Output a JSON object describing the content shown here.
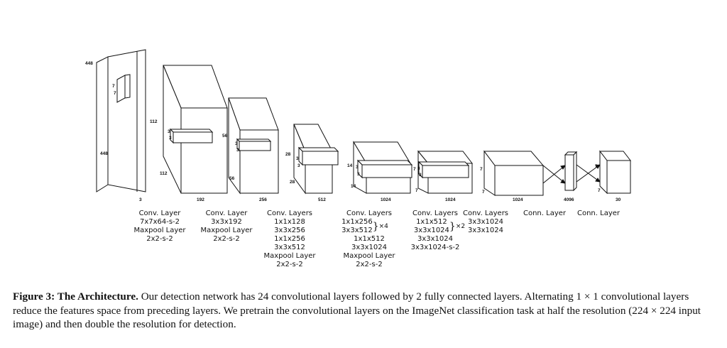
{
  "dims": {
    "l1_h": "448",
    "l1_w": "448",
    "l1_d": "3",
    "l1_k1": "7",
    "l1_k2": "7",
    "l2_h": "112",
    "l2_w": "112",
    "l2_d": "192",
    "l2_k1": "3",
    "l2_k2": "3",
    "l3_h": "56",
    "l3_w": "56",
    "l3_d": "256",
    "l3_k1": "3",
    "l3_k2": "3",
    "l4_h": "28",
    "l4_w": "28",
    "l4_d": "512",
    "l4_k1": "3",
    "l4_k2": "3",
    "l5_h": "14",
    "l5_w": "14",
    "l5_d": "1024",
    "l5_k1": "3",
    "l5_k2": "3",
    "l6_h": "7",
    "l6_w": "7",
    "l6_d": "1024",
    "l6_k1": "3",
    "l6_k2": "3",
    "l7_h": "7",
    "l7_w": "7",
    "l7_d": "1024",
    "l8_d": "4096",
    "l9_h": "7",
    "l9_w": "7",
    "l9_d": "30"
  },
  "columns": {
    "c1": {
      "title": "Conv. Layer",
      "lines": [
        "7x7x64-s-2",
        "Maxpool Layer",
        "2x2-s-2"
      ]
    },
    "c2": {
      "title": "Conv. Layer",
      "lines": [
        "3x3x192",
        "Maxpool Layer",
        "2x2-s-2"
      ]
    },
    "c3": {
      "title": "Conv. Layers",
      "lines": [
        "1x1x128",
        "3x3x256",
        "1x1x256",
        "3x3x512",
        "Maxpool Layer",
        "2x2-s-2"
      ]
    },
    "c4": {
      "title": "Conv. Layers",
      "group": [
        "1x1x256",
        "3x3x512"
      ],
      "repeat": "×4",
      "lines": [
        "1x1x512",
        "3x3x1024",
        "Maxpool Layer",
        "2x2-s-2"
      ]
    },
    "c5": {
      "title": "Conv. Layers",
      "group": [
        "1x1x512",
        "3x3x1024"
      ],
      "repeat": "×2",
      "lines": [
        "3x3x1024",
        "3x3x1024-s-2"
      ]
    },
    "c6": {
      "title": "Conv. Layers",
      "lines": [
        "3x3x1024",
        "3x3x1024"
      ]
    },
    "c7": {
      "title": "Conn. Layer"
    },
    "c8": {
      "title": "Conn. Layer"
    }
  },
  "caption": {
    "label": "Figure 3: The Architecture.",
    "text": " Our detection network has 24 convolutional layers followed by 2 fully connected layers. Alternating 1 × 1 convolutional layers reduce the features space from preceding layers. We pretrain the convolutional layers on the ImageNet classification task at half the resolution (224 × 224 input image) and then double the resolution for detection."
  }
}
